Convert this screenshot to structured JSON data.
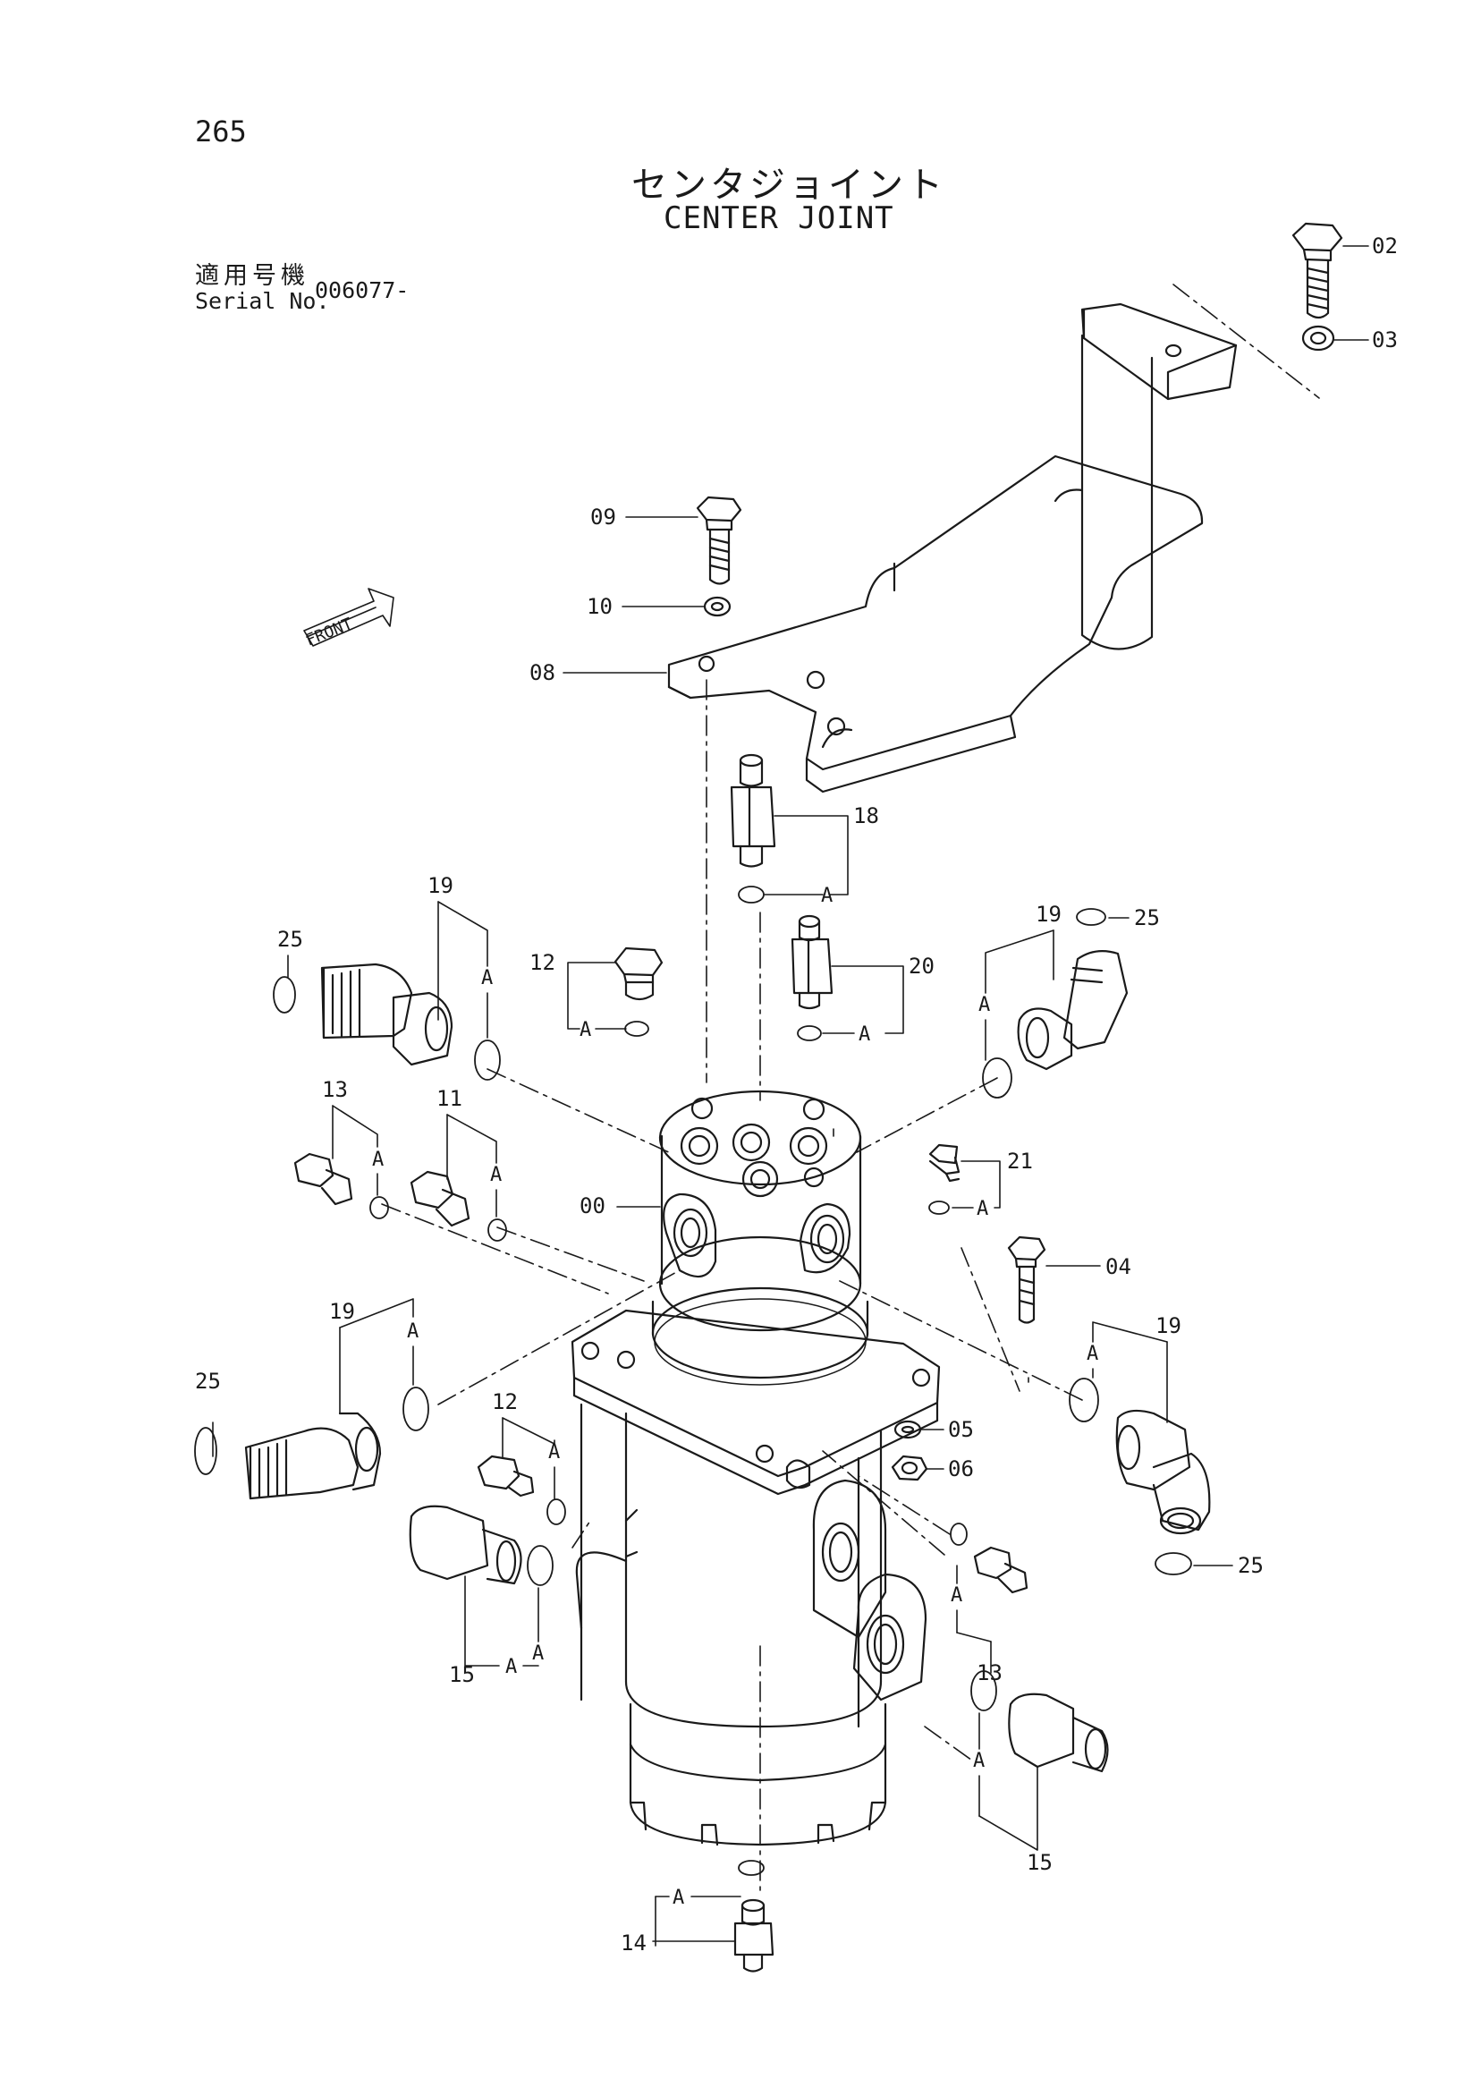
{
  "header": {
    "page_number": "265",
    "title_jp": "センタジョイント",
    "title_en": "CENTER JOINT",
    "serial_label_jp": "適用号機",
    "serial_label_en": "Serial No.",
    "serial_value": "006077-"
  },
  "front_marker": "FRONT",
  "part_labels": {
    "p00": "00",
    "p02": "02",
    "p03": "03",
    "p04": "04",
    "p05": "05",
    "p06": "06",
    "p08": "08",
    "p09": "09",
    "p10": "10",
    "p11": "11",
    "p12a": "12",
    "p12b": "12",
    "p13a": "13",
    "p13b": "13",
    "p14": "14",
    "p15a": "15",
    "p15b": "15",
    "p18": "18",
    "p19a": "19",
    "p19b": "19",
    "p19c": "19",
    "p19d": "19",
    "p20": "20",
    "p21": "21",
    "p25a": "25",
    "p25b": "25",
    "p25c": "25",
    "p25d": "25"
  },
  "oring_code": "A"
}
